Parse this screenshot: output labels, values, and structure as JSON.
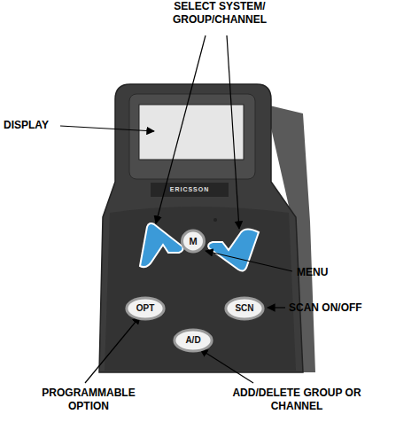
{
  "diagram": {
    "nodes": [
      {
        "text": [
          "M"
        ]
      },
      {
        "text": [
          "OPT"
        ]
      },
      {
        "text": [
          "SCN"
        ]
      },
      {
        "text": [
          "A/D"
        ]
      }
    ],
    "labels": [
      "SELECT SYSTEM/ GROUP/CHANNEL",
      "DISPLAY",
      "ERICSSON",
      "MENU",
      "SCAN ON/OFF",
      "PROGRAMMABLE OPTION",
      "ADD/DELETE GROUP OR CHANNEL"
    ]
  }
}
